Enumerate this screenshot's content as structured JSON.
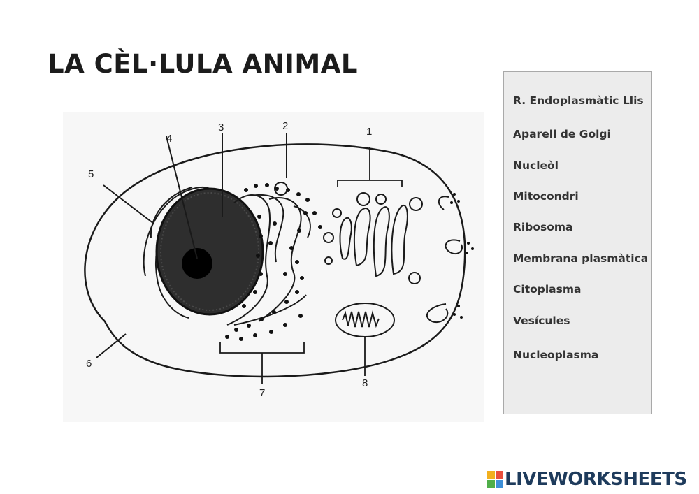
{
  "title": "LA CÈL·LULA ANIMAL",
  "diagram": {
    "labels": [
      "1",
      "2",
      "3",
      "4",
      "5",
      "6",
      "7",
      "8"
    ]
  },
  "words": [
    "R. Endoplasmàtic Llis",
    "Aparell de Golgi",
    "Nucleòl",
    "Mitocondri",
    "Ribosoma",
    "Membrana plasmàtica",
    "Citoplasma",
    "Vesícules",
    "Nucleoplasma"
  ],
  "brand": {
    "text": "LIVEWORKSHEETS",
    "icon": "liveworksheets-logo-icon",
    "colors": [
      "#f2b01e",
      "#e94e3c",
      "#4fae49",
      "#3d8fd8"
    ]
  }
}
